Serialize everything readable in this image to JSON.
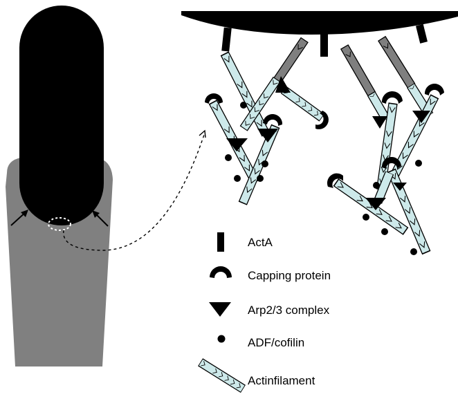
{
  "legend": {
    "acta": "ActA",
    "capping_protein": "Capping protein",
    "arp23_complex": "Arp2/3 complex",
    "adf_cofilin": "ADF/cofilin",
    "actin_filament": "Actinfilament"
  },
  "colors": {
    "bacterium": "#000000",
    "actin_tail": "#808080",
    "filament_fill": "#cde9ea",
    "filament_old": "#7f7f7f",
    "highlight_ring": "#ffffff",
    "background": "#ffffff"
  },
  "icons": {
    "acta": "black-bar-icon",
    "capping_protein": "c-cap-icon",
    "arp23_complex": "down-triangle-icon",
    "adf_cofilin": "dot-icon",
    "actin_filament": "chevron-filament-icon"
  }
}
